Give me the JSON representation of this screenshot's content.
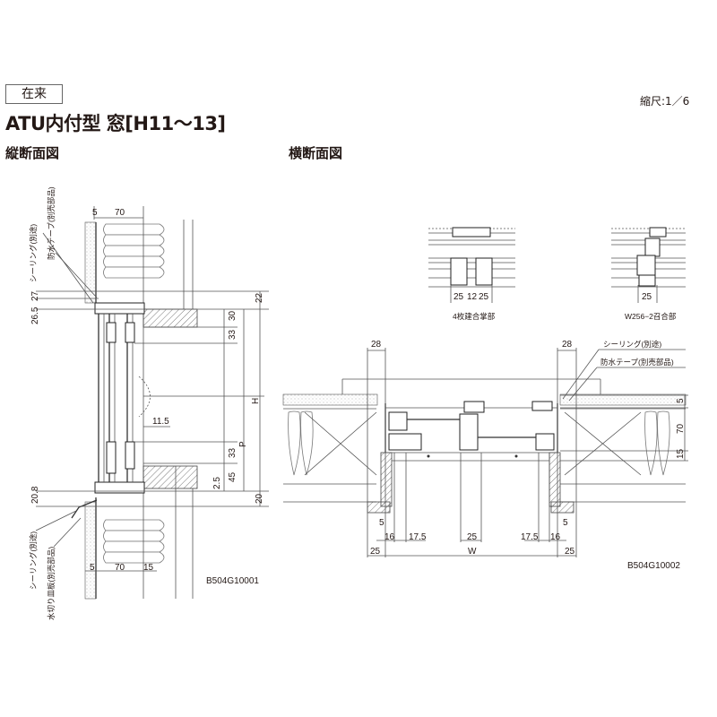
{
  "header": {
    "category_badge": "在来",
    "title": "ATU内付型 窓[H11～13]",
    "scale": "縮尺:1／6",
    "vertical_section_title": "縦断面図",
    "horizontal_section_title": "横断面図"
  },
  "vertical_section": {
    "labels": {
      "sealing_top": "シーリング(別途)",
      "waterproof_tape": "防水テープ(別売部品)",
      "sealing_bottom": "シーリング(別途)",
      "sill_plate": "水切り皿板(別売部品)"
    },
    "dims": {
      "top_5": "5",
      "top_70": "70",
      "d27": "27",
      "d26_5": "26.5",
      "d22": "22",
      "d30": "30",
      "d33_top": "33",
      "d11_5": "11.5",
      "d33_bottom": "33",
      "d45": "45",
      "d2_5": "2.5",
      "H": "H",
      "P": "P",
      "d20": "20",
      "d20_8": "20.8",
      "bot_5": "5",
      "bot_70": "70",
      "bot_15": "15"
    },
    "drawing_code": "B504G10001"
  },
  "detail_4panel": {
    "dims": [
      "25",
      "12",
      "25"
    ],
    "caption": "4枚建合掌部"
  },
  "detail_w256": {
    "dim": "25",
    "caption": "W256−2召合部"
  },
  "horizontal_section": {
    "labels": {
      "sealing": "シーリング(別途)",
      "waterproof_tape": "防水テープ(別売部品)"
    },
    "dims": {
      "left_28": "28",
      "right_28": "28",
      "r5": "5",
      "r70": "70",
      "r15": "15",
      "left_5": "5",
      "left_16": "16",
      "left_17_5": "17.5",
      "center_25": "25",
      "right_17_5": "17.5",
      "right_16": "16",
      "right_5": "5",
      "left_25": "25",
      "W": "W",
      "right_25": "25"
    },
    "drawing_code": "B504G10002"
  }
}
